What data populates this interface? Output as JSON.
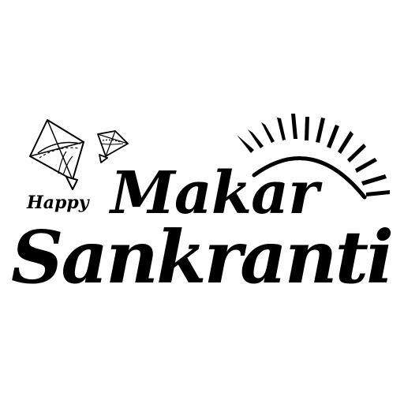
{
  "greeting": {
    "line1_prefix": "Happy",
    "line1_main": "Makar",
    "line2": "Sankranti"
  },
  "decorations": {
    "left_icon": "kite-icon",
    "right_icon": "rising-sun-icon"
  },
  "colors": {
    "ink": "#000000",
    "background": "#ffffff"
  }
}
